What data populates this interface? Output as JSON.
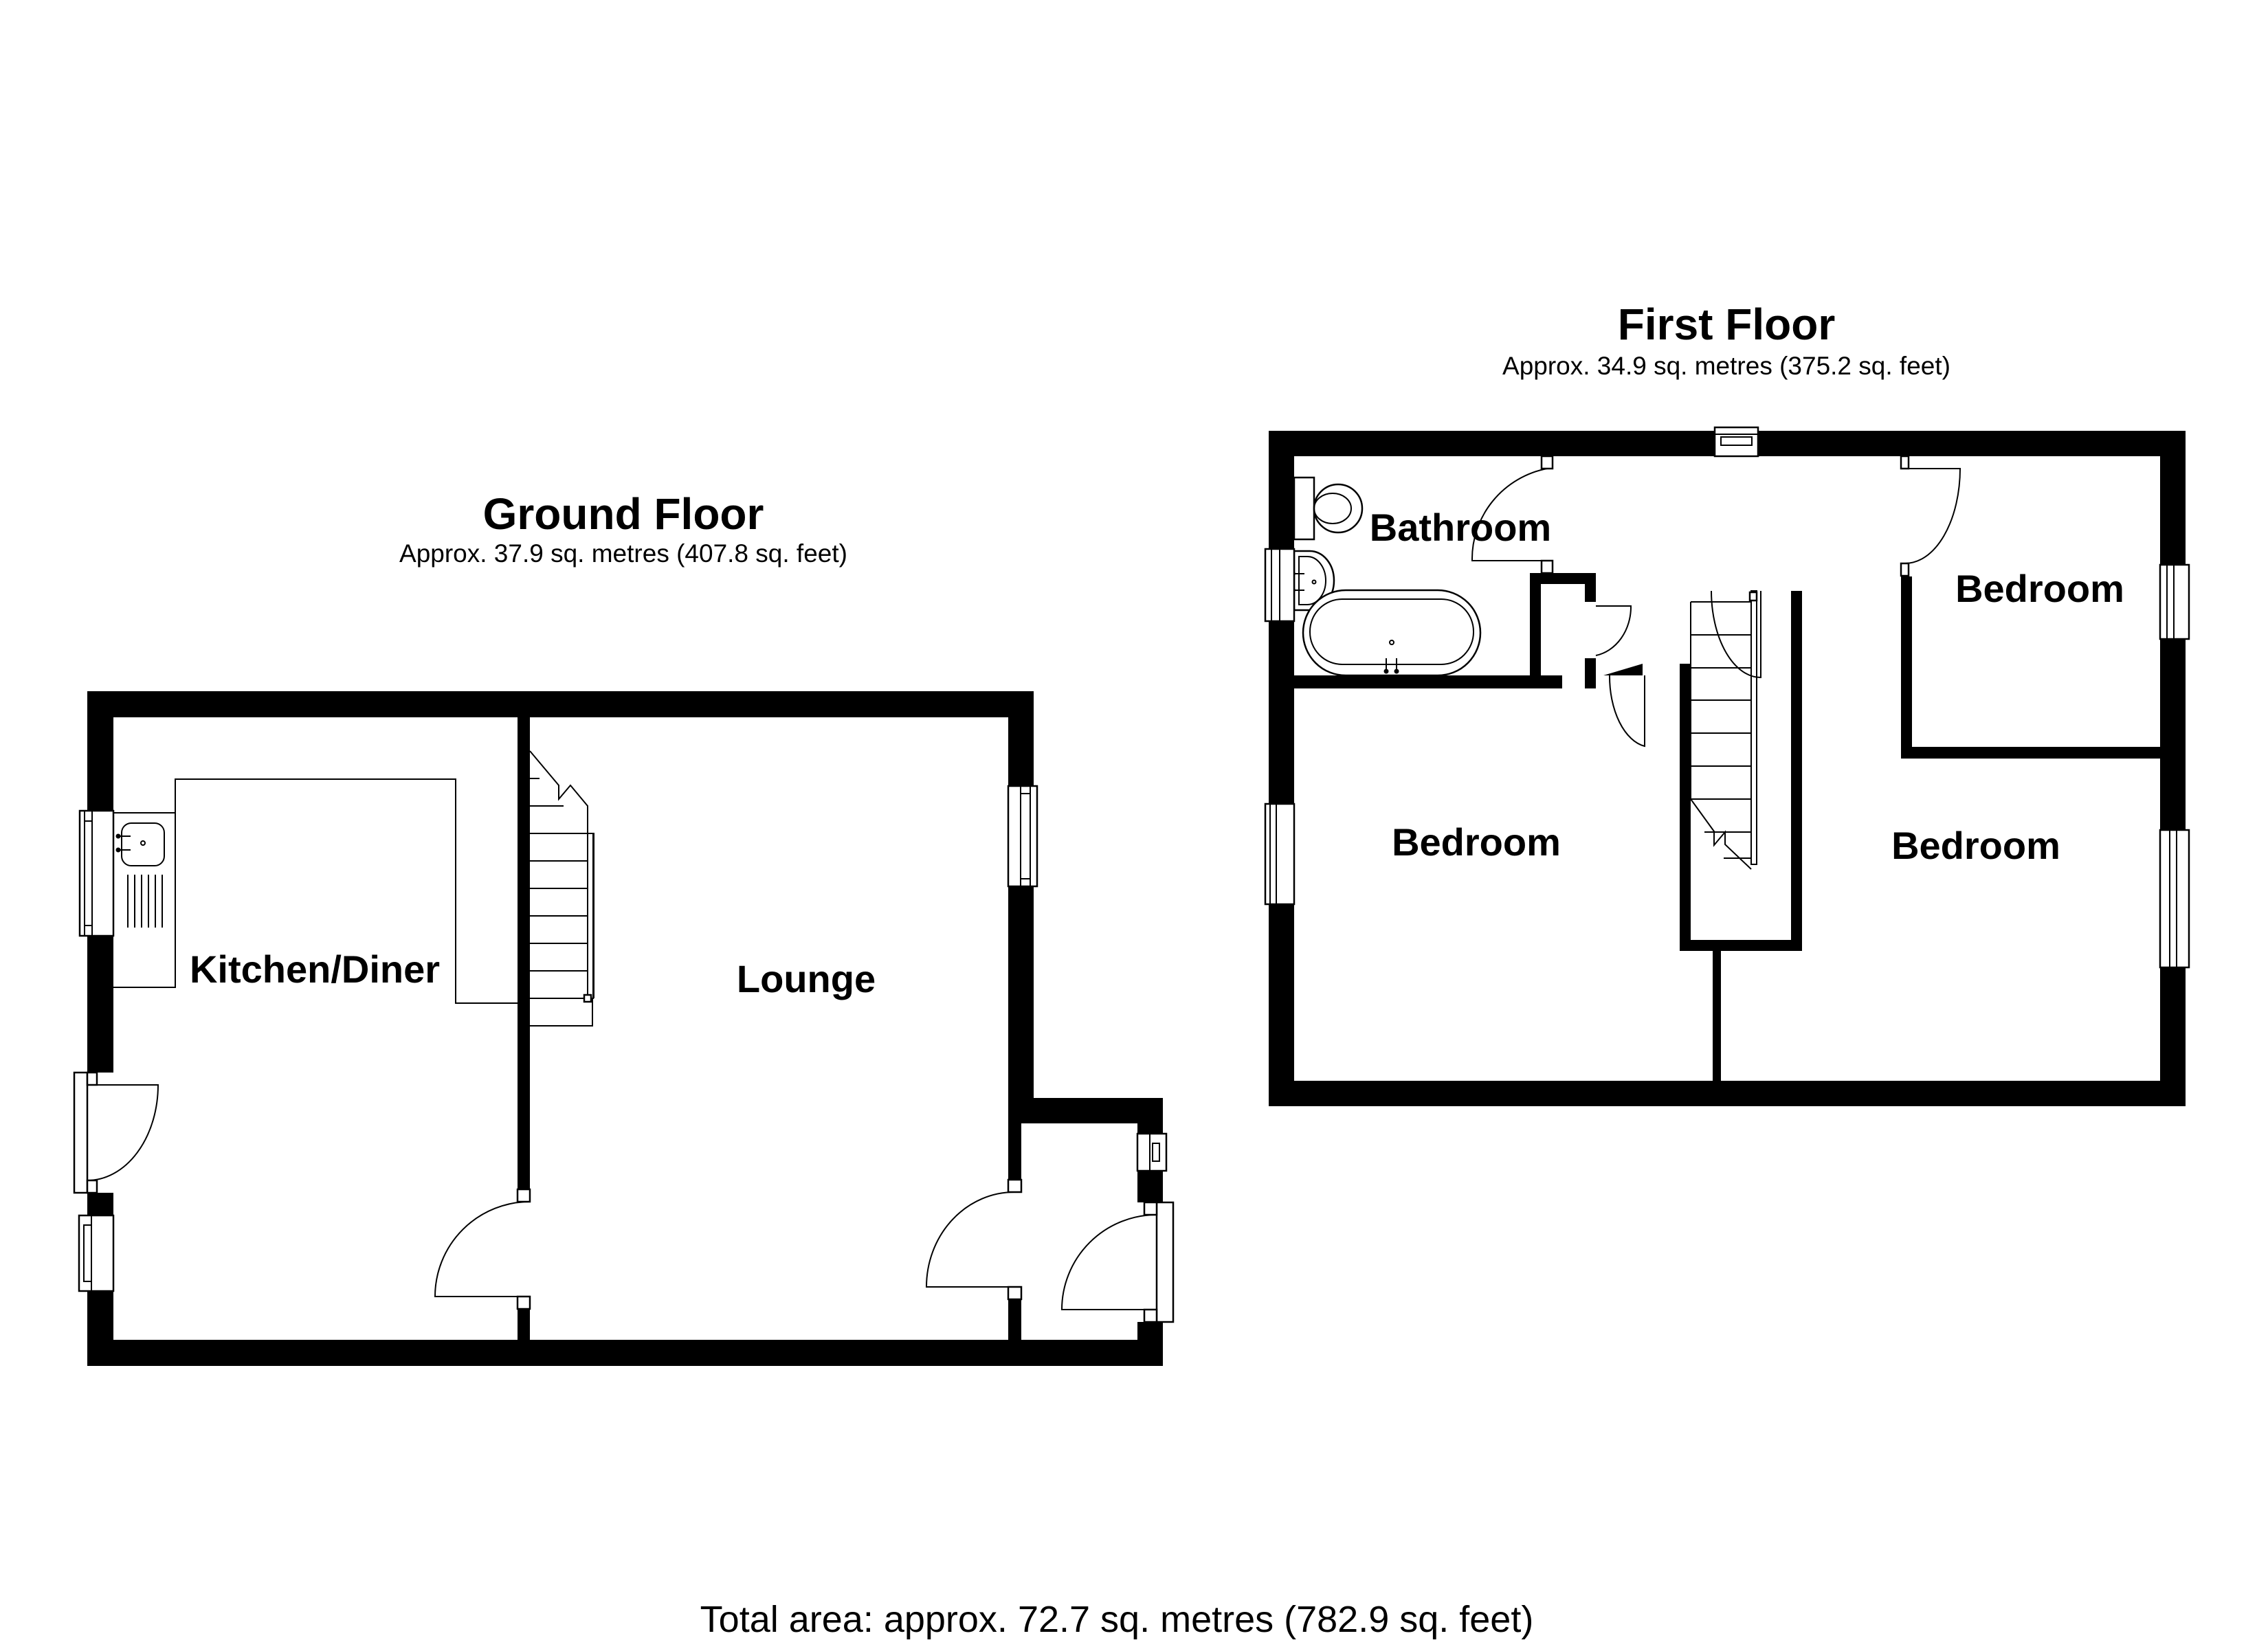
{
  "ground_floor": {
    "title": "Ground Floor",
    "area": "Approx. 37.9 sq. metres (407.8 sq. feet)",
    "rooms": [
      {
        "name": "Kitchen/Diner"
      },
      {
        "name": "Lounge"
      }
    ]
  },
  "first_floor": {
    "title": "First Floor",
    "area": "Approx. 34.9 sq. metres (375.2 sq. feet)",
    "rooms": [
      {
        "name": "Bathroom"
      },
      {
        "name": "Bedroom"
      },
      {
        "name": "Bedroom"
      },
      {
        "name": "Bedroom"
      }
    ]
  },
  "total": {
    "text": "Total area: approx. 72.7 sq. metres (782.9 sq. feet)"
  },
  "colors": {
    "wall": "#000000",
    "background": "#ffffff"
  }
}
